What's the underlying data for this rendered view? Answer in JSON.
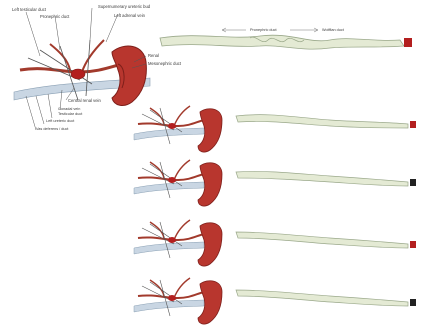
{
  "figure": {
    "colors": {
      "kidney": "#b8362e",
      "kidney_dark": "#7e1f1a",
      "vessel_red": "#a23a2c",
      "vessel_blue": "#c9d6e3",
      "duct_fill": "#e4ead4",
      "duct_outline": "#9aa88a",
      "gonad_red": "#b31f1f",
      "gonad_black": "#222222",
      "line": "#444444"
    },
    "main_labels": {
      "left_top": "Left testicular duct",
      "pronephric": "Pronephric duct",
      "superior": "Supernumerary ureteric bud",
      "left_adrenal": "Left adrenal vein",
      "renal": "Renal",
      "mesonephric": "Mesonephric duct",
      "central_renal": "Central renal vein",
      "gonadal": "Gonadal vein",
      "testicular": "Testicular duct",
      "left_ureter": "Left ureteric duct",
      "deferens": "Vas deferens / duct",
      "duct_left": "Pronephric duct",
      "duct_right": "Wolffian duct"
    },
    "stages": [
      "stage-1",
      "stage-2",
      "stage-3",
      "stage-4",
      "stage-5"
    ]
  }
}
